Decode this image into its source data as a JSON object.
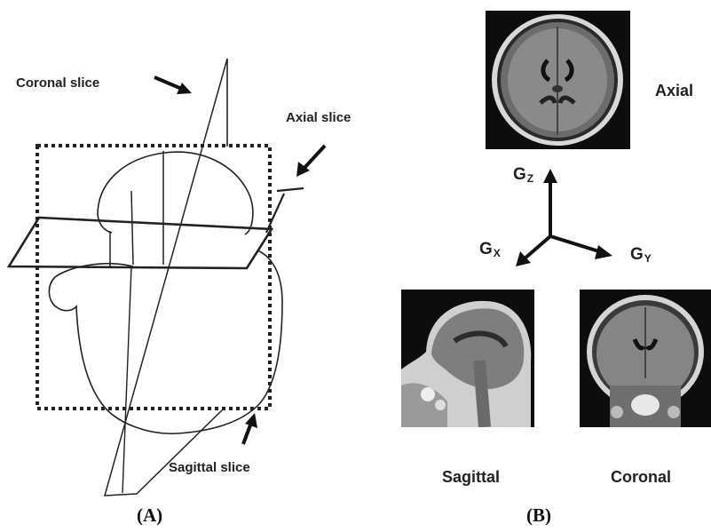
{
  "panel_a": {
    "caption": "(A)",
    "labels": {
      "coronal": "Coronal slice",
      "axial": "Axial slice",
      "sagittal": "Sagittal  slice"
    }
  },
  "panel_b": {
    "caption": "(B)",
    "views": {
      "axial": "Axial",
      "sagittal": "Sagittal",
      "coronal": "Coronal"
    },
    "gradients": {
      "z": {
        "base": "G",
        "sub": "Z"
      },
      "x": {
        "base": "G",
        "sub": "X"
      },
      "y": {
        "base": "G",
        "sub": "Y"
      }
    }
  }
}
